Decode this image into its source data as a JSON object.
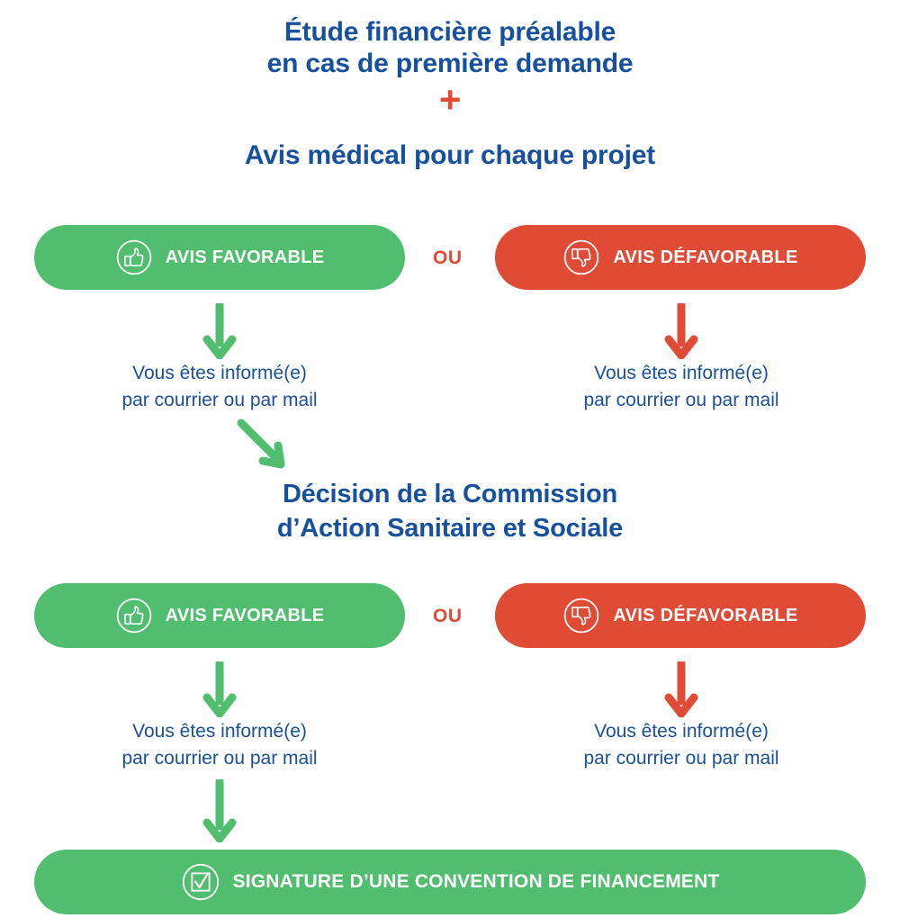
{
  "colors": {
    "blue": "#16509E",
    "green": "#50BE6E",
    "red": "#E04B35",
    "caption_blue": "#1A4F9C",
    "background": "#FFFFFF"
  },
  "title": {
    "line1": "Étude financière préalable",
    "line2": "en cas de première demande",
    "plus": "+",
    "subtitle": "Avis médical pour chaque projet"
  },
  "commission": {
    "line1": "Décision de la Commission",
    "line2": "d’Action Sanitaire et Sociale"
  },
  "connector": {
    "or_label": "OU"
  },
  "stage1": {
    "favorable": {
      "label": "AVIS FAVORABLE",
      "icon": "thumbs-up-circle-icon",
      "color": "#50BE6E",
      "caption_line1": "Vous êtes informé(e)",
      "caption_line2": "par courrier ou par mail"
    },
    "defavorable": {
      "label": "AVIS DÉFAVORABLE",
      "icon": "thumbs-down-circle-icon",
      "color": "#E04B35",
      "caption_line1": "Vous êtes informé(e)",
      "caption_line2": "par courrier ou par mail"
    }
  },
  "stage2": {
    "favorable": {
      "label": "AVIS FAVORABLE",
      "icon": "thumbs-up-circle-icon",
      "color": "#50BE6E",
      "caption_line1": "Vous êtes informé(e)",
      "caption_line2": "par courrier ou par mail"
    },
    "defavorable": {
      "label": "AVIS DÉFAVORABLE",
      "icon": "thumbs-down-circle-icon",
      "color": "#E04B35",
      "caption_line1": "Vous êtes informé(e)",
      "caption_line2": "par courrier ou par mail"
    }
  },
  "outcome": {
    "label": "SIGNATURE D’UNE CONVENTION DE FINANCEMENT",
    "icon": "checkbox-circle-icon",
    "color": "#50BE6E"
  },
  "arrows": [
    {
      "name": "arrow-favorable-stage1",
      "direction": "down",
      "color": "#50BE6E"
    },
    {
      "name": "arrow-defavorable-stage1",
      "direction": "down",
      "color": "#E04B35"
    },
    {
      "name": "arrow-to-commission",
      "direction": "down-right",
      "color": "#50BE6E"
    },
    {
      "name": "arrow-favorable-stage2",
      "direction": "down",
      "color": "#50BE6E"
    },
    {
      "name": "arrow-defavorable-stage2",
      "direction": "down",
      "color": "#E04B35"
    },
    {
      "name": "arrow-to-signature",
      "direction": "down",
      "color": "#50BE6E"
    }
  ]
}
